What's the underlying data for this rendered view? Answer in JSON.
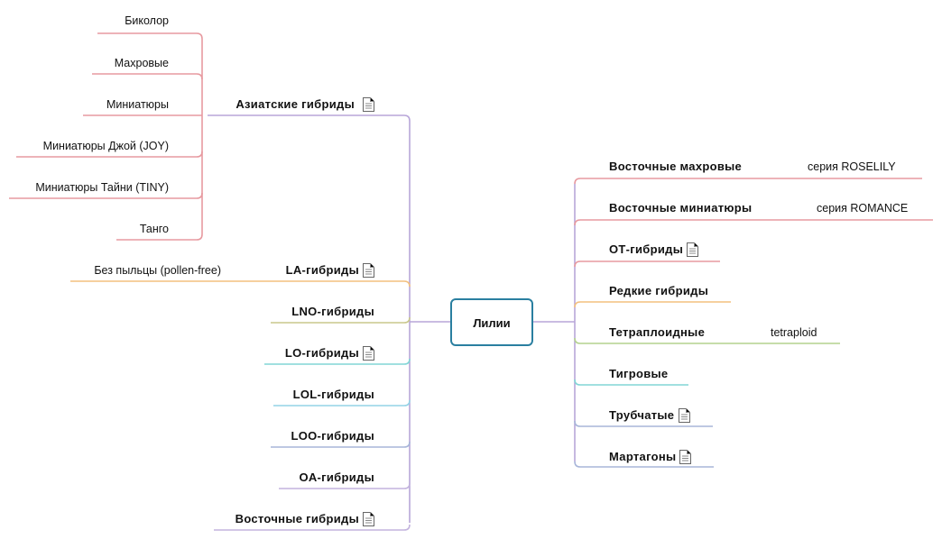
{
  "root": {
    "label": "Лилии"
  },
  "left": {
    "asiatic": {
      "label": "Азиатские гибриды",
      "has_note": true,
      "children": [
        "Биколор",
        "Махровые",
        "Миниатюры",
        "Миниатюры Джой (JOY)",
        "Миниатюры Тайни (TINY)",
        "Танго"
      ]
    },
    "la": {
      "label": "LA-гибриды",
      "has_note": true,
      "child": "Без пыльцы (pollen-free)"
    },
    "branches": [
      {
        "label": "LNO-гибриды",
        "has_note": false
      },
      {
        "label": "LO-гибриды",
        "has_note": true
      },
      {
        "label": "LOL-гибриды",
        "has_note": false
      },
      {
        "label": "LOO-гибриды",
        "has_note": false
      },
      {
        "label": "OA-гибриды",
        "has_note": false
      },
      {
        "label": "Восточные гибриды",
        "has_note": true
      }
    ]
  },
  "right": {
    "branches": [
      {
        "label": "Восточные махровые",
        "has_note": false,
        "child": "серия ROSELILY"
      },
      {
        "label": "Восточные миниатюры",
        "has_note": false,
        "child": "серия ROMANCE"
      },
      {
        "label": "ОТ-гибриды",
        "has_note": true,
        "child": null
      },
      {
        "label": "Редкие гибриды",
        "has_note": false,
        "child": null
      },
      {
        "label": "Тетраплоидные",
        "has_note": false,
        "child": "tetraploid"
      },
      {
        "label": "Тигровые",
        "has_note": false,
        "child": null
      },
      {
        "label": "Трубчатые",
        "has_note": true,
        "child": null
      },
      {
        "label": "Мартагоны",
        "has_note": true,
        "child": null
      }
    ]
  },
  "colors": {
    "root_border": "#2a7fa0",
    "trunk": "#b8a6d9",
    "asiatic_leaves": "#e79aa0",
    "la_leaf": "#f3c07f",
    "lno": "#c9c78c",
    "lo": "#82d6d6",
    "lol": "#93d3e6",
    "loo": "#a8b6d9",
    "oa": "#c3b4de",
    "oriental": "#c3b4de",
    "r_makhrovye": "#e79aa0",
    "r_miniatury": "#e79aa0",
    "r_ot": "#e79aa0",
    "r_redkie": "#f3c07f",
    "r_tetra": "#b4d28e",
    "r_tigrovye": "#82d6d6",
    "r_trubchatye": "#a8b6d9",
    "r_martagony": "#a8b6d9"
  }
}
